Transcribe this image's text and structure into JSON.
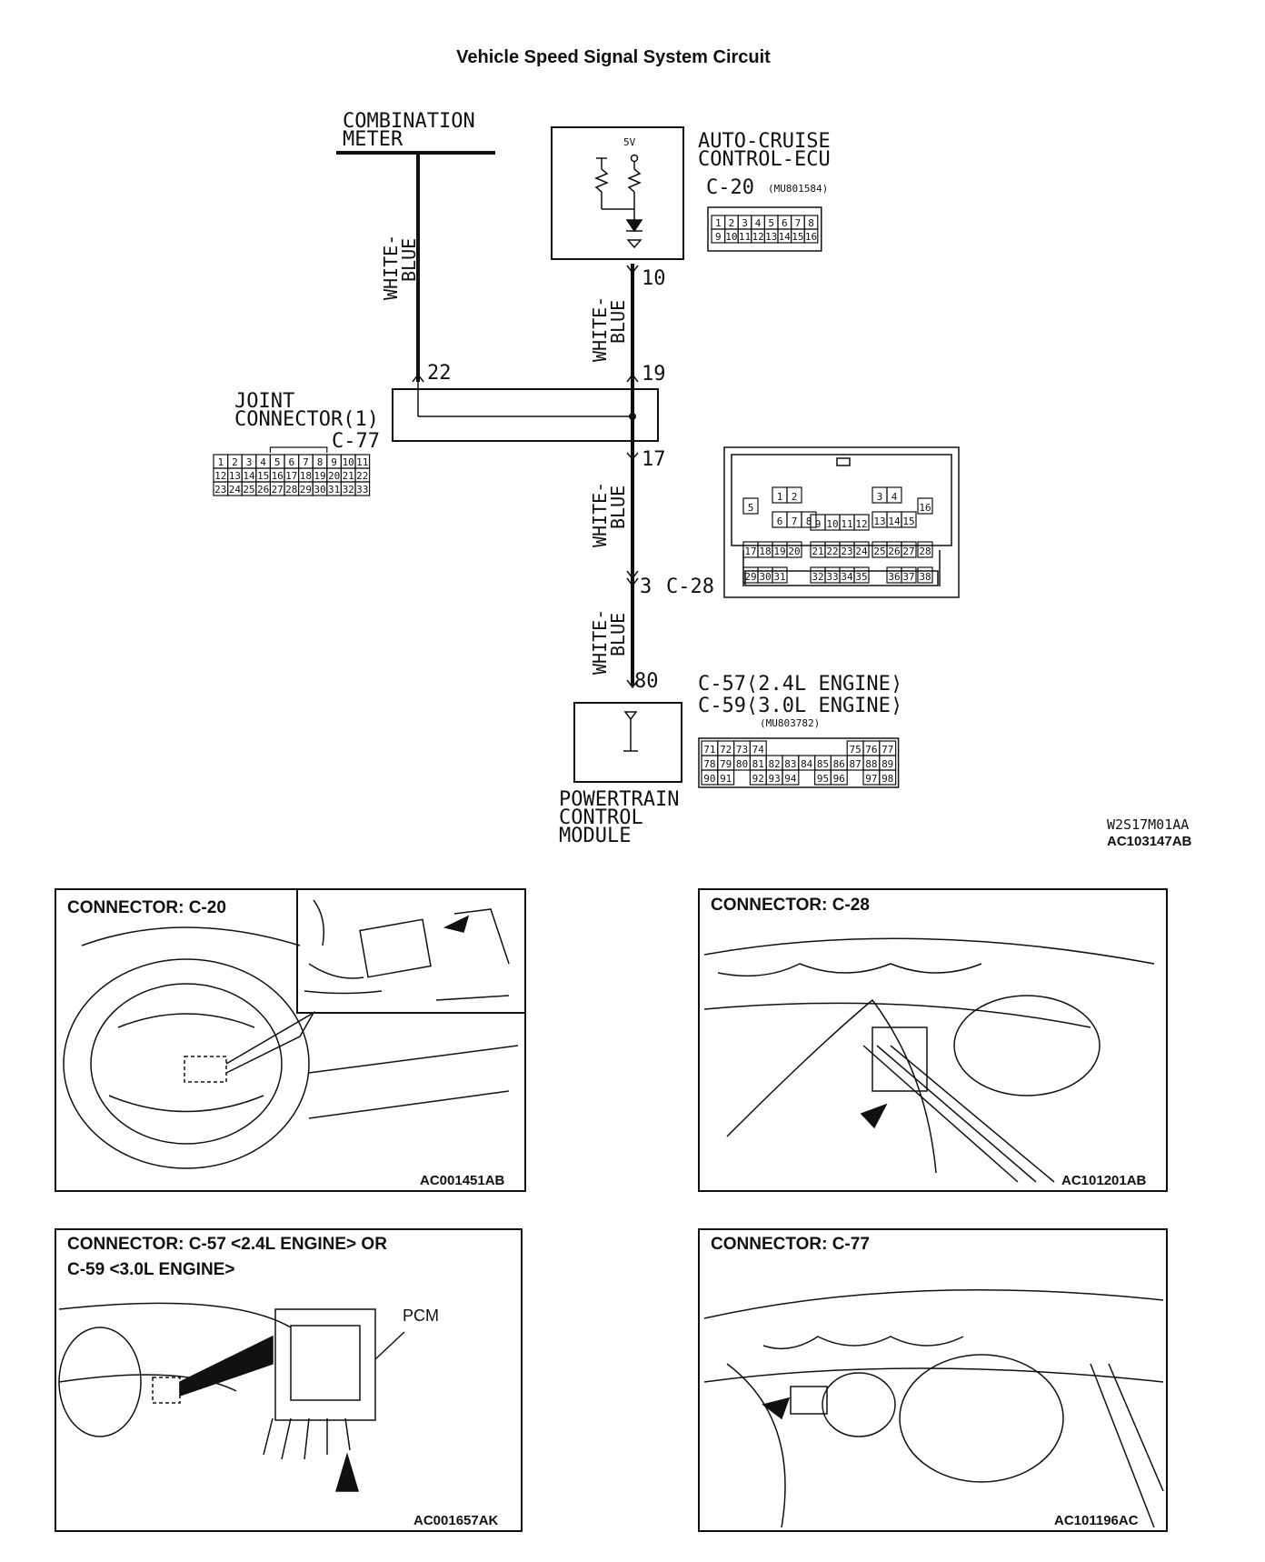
{
  "title": "Vehicle Speed Signal System Circuit",
  "circuit": {
    "combination_meter": [
      "COMBINATION",
      "METER"
    ],
    "auto_cruise_ecu": [
      "AUTO-CRUISE",
      "CONTROL-ECU"
    ],
    "ecu_voltage": "5V",
    "ecu_connector": "C-20",
    "ecu_part": "(MU801584)",
    "wire_color": [
      "WHITE-",
      "BLUE"
    ],
    "pin_10": "10",
    "pin_19": "19",
    "pin_22": "22",
    "pin_17": "17",
    "pin_3": "3",
    "c28_connector": "C-28",
    "pin_80": "80",
    "joint_connector": [
      "JOINT",
      "CONNECTOR(1)"
    ],
    "joint_connector_id": "C-77",
    "pcm_connector_1": "C-57⟨2.4L ENGINE⟩",
    "pcm_connector_2": "C-59⟨3.0L ENGINE⟩",
    "pcm_part": "(MU803782)",
    "pcm_label": [
      "POWERTRAIN",
      "CONTROL",
      "MODULE"
    ],
    "ref_code_1": "W2S17M01AA",
    "ref_code_2": "AC103147AB"
  },
  "c20_pins": [
    [
      "1",
      "2",
      "3",
      "4",
      "5",
      "6",
      "7",
      "8"
    ],
    [
      "9",
      "10",
      "11",
      "12",
      "13",
      "14",
      "15",
      "16"
    ]
  ],
  "c77_pins": [
    [
      "1",
      "2",
      "3",
      "4",
      "5",
      "6",
      "7",
      "8",
      "9",
      "10",
      "11"
    ],
    [
      "12",
      "13",
      "14",
      "15",
      "16",
      "17",
      "18",
      "19",
      "20",
      "21",
      "22"
    ],
    [
      "23",
      "24",
      "25",
      "26",
      "27",
      "28",
      "29",
      "30",
      "31",
      "32",
      "33"
    ]
  ],
  "c28_pins": {
    "row1": [
      "1",
      "2",
      "3",
      "4"
    ],
    "row2": [
      "5",
      "6",
      "7",
      "8",
      "9",
      "10",
      "11",
      "12",
      "13",
      "14",
      "15",
      "16"
    ],
    "row3": [
      "17",
      "18",
      "19",
      "20",
      "21",
      "22",
      "23",
      "24",
      "25",
      "26",
      "27",
      "28"
    ],
    "row4": [
      "29",
      "30",
      "31",
      "32",
      "33",
      "34",
      "35",
      "36",
      "37",
      "38"
    ]
  },
  "pcm_pins": [
    [
      "71",
      "72",
      "73",
      "74",
      "",
      "",
      "",
      "",
      "75",
      "76",
      "77"
    ],
    [
      "78",
      "79",
      "80",
      "81",
      "82",
      "83",
      "84",
      "85",
      "86",
      "87",
      "88",
      "89"
    ],
    [
      "90",
      "91",
      "",
      "92",
      "93",
      "94",
      "",
      "95",
      "96",
      "",
      "97",
      "98"
    ]
  ],
  "panels": {
    "c20": {
      "title": "CONNECTOR: C-20",
      "code": "AC001451AB"
    },
    "c28": {
      "title": "CONNECTOR: C-28",
      "code": "AC101201AB"
    },
    "pcm": {
      "title_1": "CONNECTOR: C-57 <2.4L ENGINE> OR",
      "title_2": "C-59 <3.0L ENGINE>",
      "pcm_label": "PCM",
      "code": "AC001657AK"
    },
    "c77": {
      "title": "CONNECTOR: C-77",
      "code": "AC101196AC"
    }
  }
}
